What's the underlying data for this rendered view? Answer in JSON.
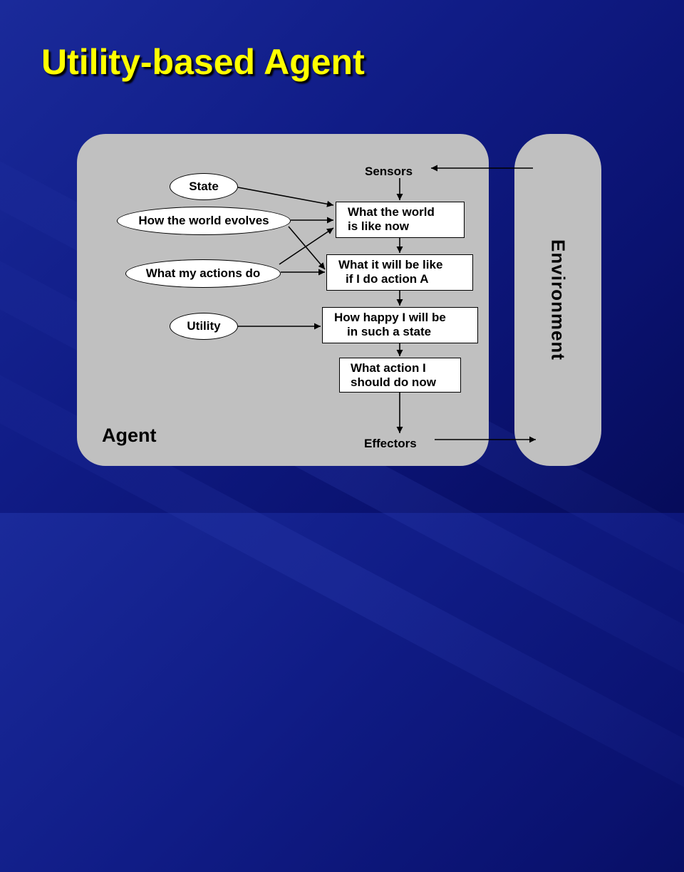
{
  "slide": {
    "title": "Utility-based Agent"
  },
  "diagram": {
    "agent_label": "Agent",
    "environment_label": "Environment",
    "sensors_label": "Sensors",
    "effectors_label": "Effectors",
    "inputs": {
      "state": "State",
      "world_evolves": "How the world evolves",
      "actions_do": "What my actions do",
      "utility": "Utility"
    },
    "boxes": {
      "world_now": [
        "What the world",
        "is like now"
      ],
      "will_be_like": [
        "What it will be like",
        "if I do action A"
      ],
      "how_happy": [
        "How happy I will be",
        "in such a state"
      ],
      "action_now": [
        "What action I",
        "should do now"
      ]
    },
    "colors": {
      "title": "#ffff00",
      "panel": "#c0c0c0",
      "background": "#101c86"
    }
  }
}
